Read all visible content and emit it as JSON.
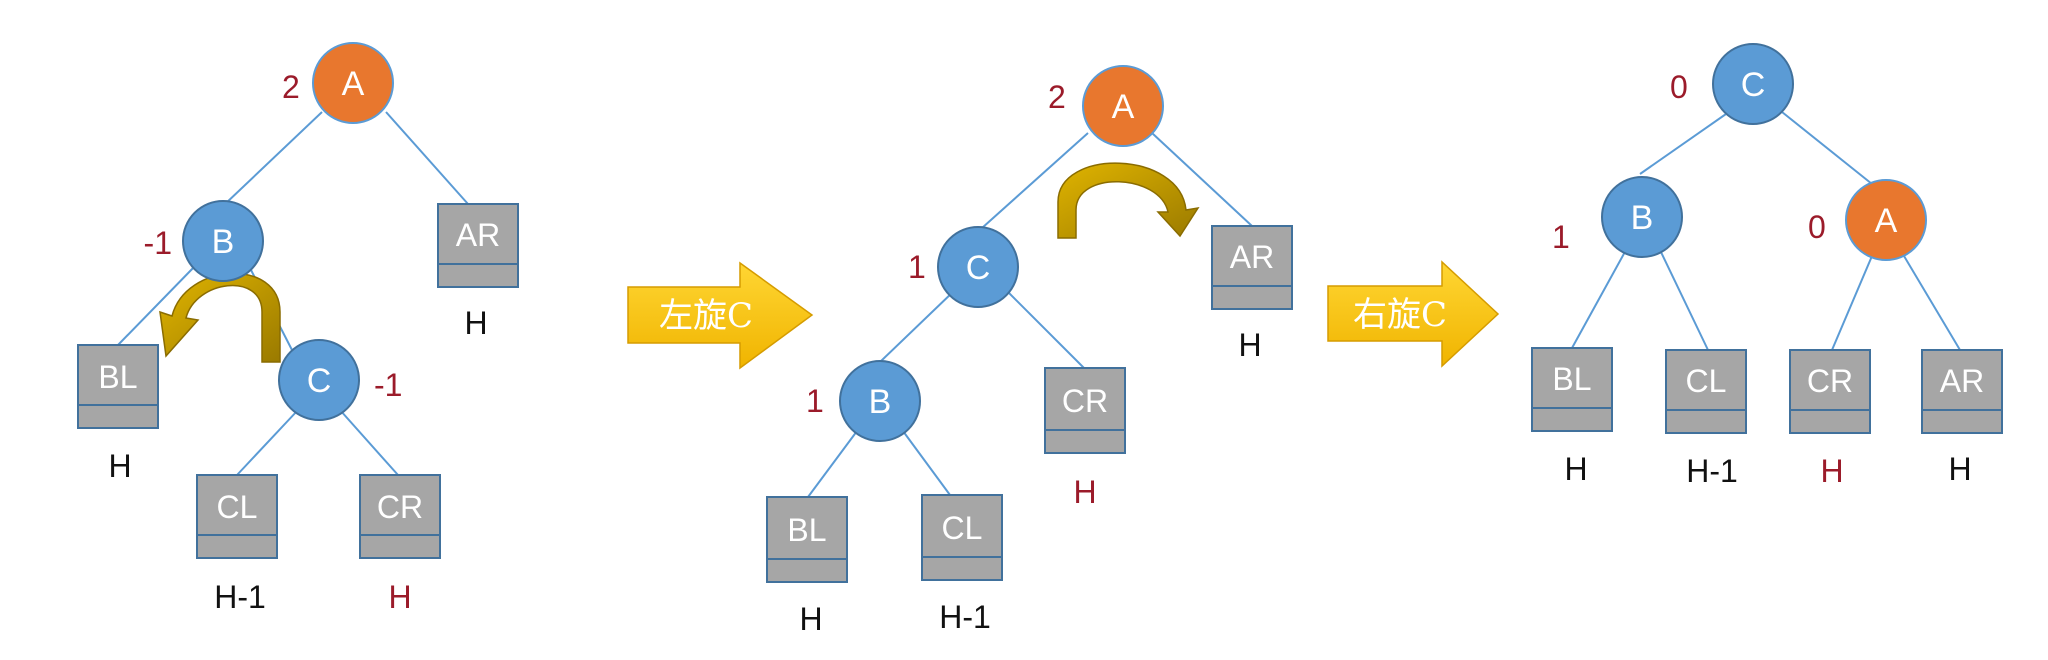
{
  "panels": [
    {
      "nodes": [
        {
          "label": "A",
          "bf": "2",
          "color": "#e8772e"
        },
        {
          "label": "B",
          "bf": "-1",
          "color": "#5b9bd5"
        },
        {
          "label": "C",
          "bf": "-1",
          "color": "#5b9bd5"
        }
      ],
      "subtrees": [
        {
          "label": "AR",
          "height": "H",
          "highlight": false
        },
        {
          "label": "BL",
          "height": "H",
          "highlight": false
        },
        {
          "label": "CL",
          "height": "H-1",
          "highlight": false
        },
        {
          "label": "CR",
          "height": "H",
          "highlight": true
        }
      ]
    },
    {
      "nodes": [
        {
          "label": "A",
          "bf": "2",
          "color": "#e8772e"
        },
        {
          "label": "C",
          "bf": "1",
          "color": "#5b9bd5"
        },
        {
          "label": "B",
          "bf": "1",
          "color": "#5b9bd5"
        }
      ],
      "subtrees": [
        {
          "label": "AR",
          "height": "H",
          "highlight": false
        },
        {
          "label": "CR",
          "height": "H",
          "highlight": true
        },
        {
          "label": "BL",
          "height": "H",
          "highlight": false
        },
        {
          "label": "CL",
          "height": "H-1",
          "highlight": false
        }
      ]
    },
    {
      "nodes": [
        {
          "label": "C",
          "bf": "0",
          "color": "#5b9bd5"
        },
        {
          "label": "B",
          "bf": "1",
          "color": "#5b9bd5"
        },
        {
          "label": "A",
          "bf": "0",
          "color": "#e8772e"
        }
      ],
      "subtrees": [
        {
          "label": "BL",
          "height": "H",
          "highlight": false
        },
        {
          "label": "CL",
          "height": "H-1",
          "highlight": false
        },
        {
          "label": "CR",
          "height": "H",
          "highlight": true
        },
        {
          "label": "AR",
          "height": "H",
          "highlight": false
        }
      ]
    }
  ],
  "transitions": [
    {
      "label": "左旋C"
    },
    {
      "label": "右旋C"
    }
  ],
  "colors": {
    "orange_node": "#e8772e",
    "blue_node": "#5b9bd5",
    "subtree_box": "#a6a6a6",
    "edge": "#5b9bd5",
    "balance_factor": "#9b1b2a",
    "arrow_fill": "#f5c000",
    "rotation_arrow": "#c9a000"
  }
}
